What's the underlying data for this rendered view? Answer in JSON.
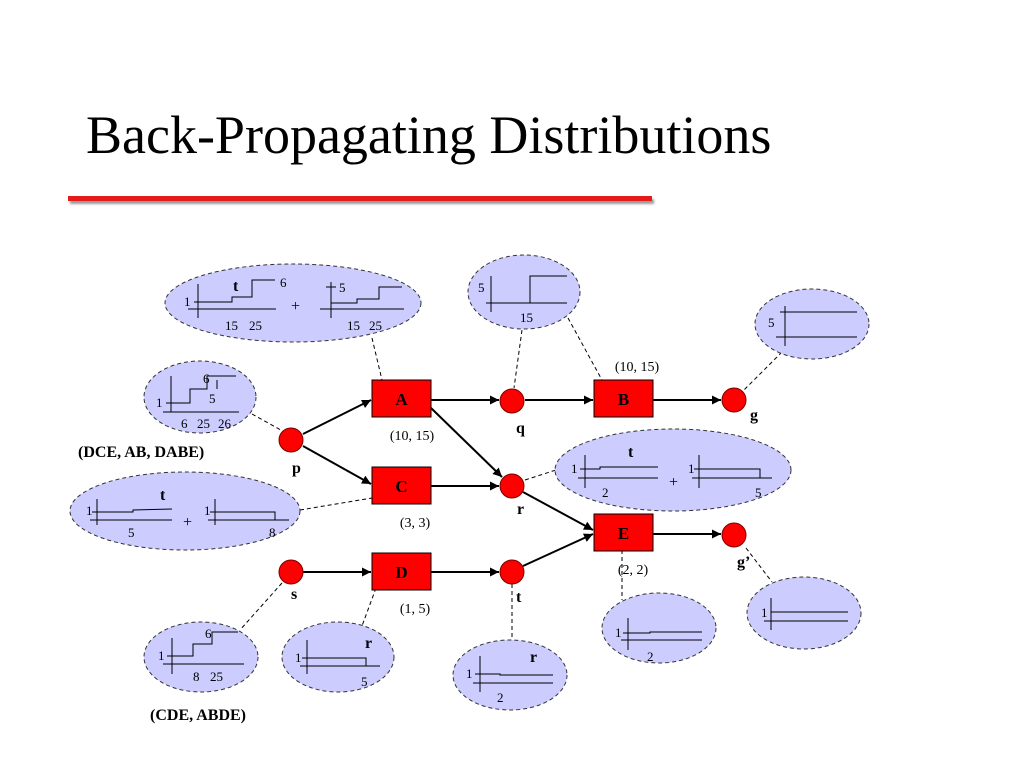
{
  "title": "Back-Propagating Distributions",
  "colors": {
    "accent": "#e31b1b",
    "node_fill": "#ff0000",
    "ellipse_fill": "#ccccff",
    "ellipse_stroke": "#333333"
  },
  "tasks": {
    "A": {
      "label": "A",
      "interval": "(10, 15)"
    },
    "B": {
      "label": "B",
      "interval": "(10, 15)"
    },
    "C": {
      "label": "C",
      "interval": "(3, 3)"
    },
    "D": {
      "label": "D",
      "interval": "(1, 5)"
    },
    "E": {
      "label": "E",
      "interval": "(2, 2)"
    }
  },
  "events": {
    "p": "p",
    "q": "q",
    "r": "r",
    "s": "s",
    "t": "t",
    "g": "g",
    "g2": "g’"
  },
  "groups": {
    "p": "(DCE, AB, DABE)",
    "s": "(CDE, ABDE)"
  },
  "dist": {
    "a_left": {
      "var": "t",
      "y_top": "6",
      "y_one": "1",
      "x1": "15",
      "x2": "25"
    },
    "a_right": {
      "y_top": "5",
      "x1": "15",
      "x2": "25"
    },
    "a_plus": "+",
    "q": {
      "y_top": "5",
      "x1": "15"
    },
    "g": {
      "y_top": "5"
    },
    "p1": {
      "y_top": "6",
      "y_mid": "5",
      "y_one": "1",
      "x1": "6",
      "x2": "25",
      "x3": "26"
    },
    "p2_left": {
      "var": "t",
      "y_one": "1",
      "x1": "5"
    },
    "p2_right": {
      "y_one": "1",
      "x1": "8"
    },
    "p2_plus": "+",
    "r_left": {
      "var": "t",
      "y_one": "1",
      "x1": "2"
    },
    "r_right": {
      "y_one": "1",
      "x1": "5"
    },
    "r_plus": "+",
    "s": {
      "y_top": "6",
      "y_one": "1",
      "x1": "8",
      "x2": "25"
    },
    "d": {
      "var": "r",
      "y_one": "1",
      "x1": "5"
    },
    "t": {
      "var": "r",
      "y_one": "1",
      "x1": "2"
    },
    "e": {
      "y_one": "1",
      "x1": "2"
    },
    "g2": {
      "y_one": "1"
    }
  }
}
